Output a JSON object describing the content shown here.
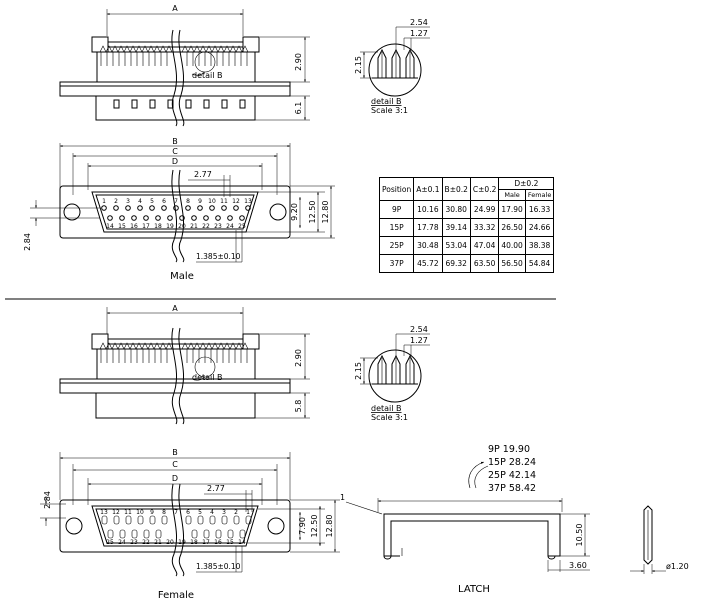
{
  "male": {
    "side": {
      "label_A": "A",
      "detail_label": "detail  B",
      "dim_290": "2.90",
      "dim_61": "6.1"
    },
    "detail": {
      "dim_254": "2.54",
      "dim_127": "1.27",
      "dim_215": "2.15",
      "title": "detail  B",
      "scale": "Scale  3:1"
    },
    "front": {
      "label_B": "B",
      "label_C": "C",
      "label_D": "D",
      "dim_277": "2.77",
      "dim_284": "2.84",
      "dim_920": "9.20",
      "dim_1250": "12.50",
      "dim_1280": "12.80",
      "dim_1385": "1.385±0.10",
      "row1_pins": [
        "1",
        "2",
        "3",
        "4",
        "5",
        "6",
        "7",
        "8",
        "9",
        "10",
        "11",
        "12",
        "13"
      ],
      "row2_pins": [
        "14",
        "15",
        "16",
        "17",
        "18",
        "19",
        "20",
        "21",
        "22",
        "23",
        "24",
        "25"
      ],
      "caption": "Male"
    }
  },
  "table": {
    "headers": {
      "position": "Position",
      "a": "A±0.1",
      "b": "B±0.2",
      "c": "C±0.2",
      "d": "D±0.2",
      "male": "Male",
      "female": "Female"
    },
    "rows": [
      {
        "pos": "9P",
        "a": "10.16",
        "b": "30.80",
        "c": "24.99",
        "male": "17.90",
        "female": "16.33"
      },
      {
        "pos": "15P",
        "a": "17.78",
        "b": "39.14",
        "c": "33.32",
        "male": "26.50",
        "female": "24.66"
      },
      {
        "pos": "25P",
        "a": "30.48",
        "b": "53.04",
        "c": "47.04",
        "male": "40.00",
        "female": "38.38"
      },
      {
        "pos": "37P",
        "a": "45.72",
        "b": "69.32",
        "c": "63.50",
        "male": "56.50",
        "female": "54.84"
      }
    ]
  },
  "female": {
    "side": {
      "label_A": "A",
      "detail_label": "detail  B",
      "dim_290": "2.90",
      "dim_58": "5.8"
    },
    "detail": {
      "dim_254": "2.54",
      "dim_127": "1.27",
      "dim_215": "2.15",
      "title": "detail  B",
      "scale": "Scale  3:1"
    },
    "front": {
      "label_B": "B",
      "label_C": "C",
      "label_D": "D",
      "dim_277": "2.77",
      "dim_284": "2.84",
      "dim_790": "7.90",
      "dim_1250": "12.50",
      "dim_1280": "12.80",
      "dim_1385": "1.385±0.10",
      "row1_pins": [
        "13",
        "12",
        "11",
        "10",
        "9",
        "8",
        "7",
        "6",
        "5",
        "4",
        "3",
        "2",
        "1"
      ],
      "row2_pins": [
        "25",
        "24",
        "23",
        "22",
        "21",
        "20",
        "19",
        "18",
        "17",
        "16",
        "15",
        "14"
      ],
      "caption": "Female"
    }
  },
  "latch": {
    "callout": "1",
    "lengths": [
      "9P  19.90",
      "15P  28.24",
      "25P  42.14",
      "37P  58.42"
    ],
    "dim_1050": "10.50",
    "dim_360": "3.60",
    "dim_d120": "ø1.20",
    "caption": "LATCH"
  }
}
